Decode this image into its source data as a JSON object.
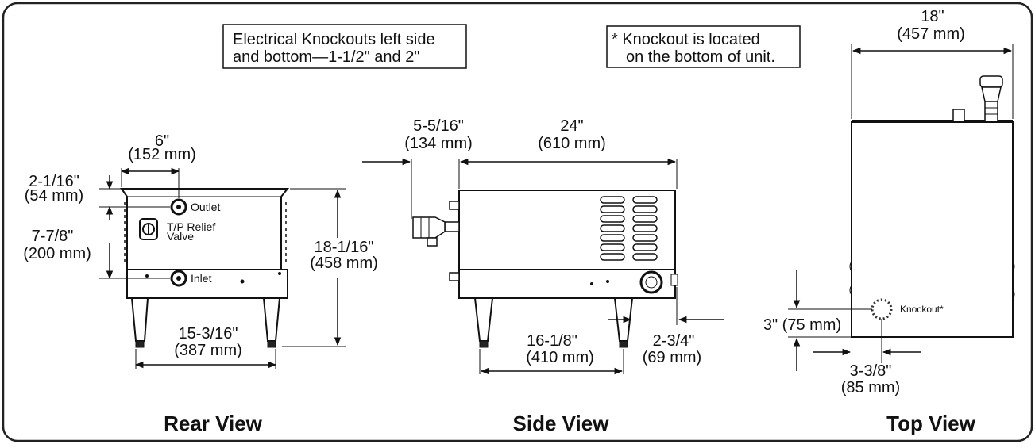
{
  "notes": {
    "knockouts_line1": "Electrical Knockouts left side",
    "knockouts_line2": "and bottom—1-1/2\" and 2\"",
    "bottom_line1": "* Knockout is located",
    "bottom_line2": "on the bottom of unit."
  },
  "rear_view": {
    "title": "Rear View",
    "width_in": "6\"",
    "width_mm": "(152 mm)",
    "top_offset_in": "2-1/16\"",
    "top_offset_mm": "(54 mm)",
    "spacing_in": "7-7/8\"",
    "spacing_mm": "(200 mm)",
    "height_in": "18-1/16\"",
    "height_mm": "(458 mm)",
    "leg_span_in": "15-3/16\"",
    "leg_span_mm": "(387 mm)",
    "outlet_label": "Outlet",
    "relief_label_1": "T/P Relief",
    "relief_label_2": "Valve",
    "inlet_label": "Inlet"
  },
  "side_view": {
    "title": "Side View",
    "protrusion_in": "5-5/16\"",
    "protrusion_mm": "(134 mm)",
    "length_in": "24\"",
    "length_mm": "(610 mm)",
    "leg_span_in": "16-1/8\"",
    "leg_span_mm": "(410 mm)",
    "rear_offset_in": "2-3/4\"",
    "rear_offset_mm": "(69 mm)"
  },
  "top_view": {
    "title": "Top View",
    "width_in": "18\"",
    "width_mm": "(457 mm)",
    "knockout_label": "Knockout*",
    "knockout_y": "3\" (75 mm)",
    "knockout_x_in": "3-3/8\"",
    "knockout_x_mm": "(85 mm)"
  }
}
